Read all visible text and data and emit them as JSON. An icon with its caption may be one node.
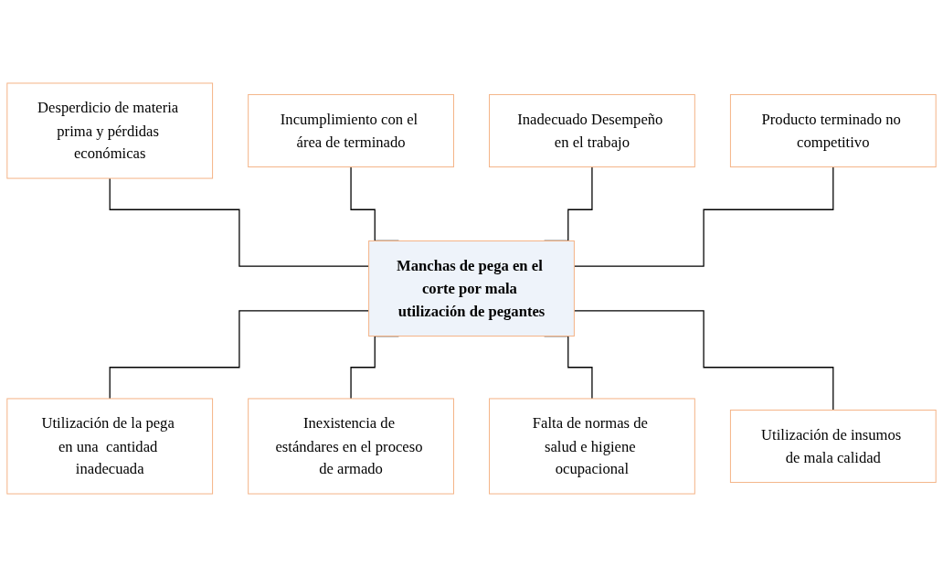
{
  "diagram": {
    "nodes": [
      {
        "text": [
          "Desperdicio de materia prima y pérdidas económicas"
        ]
      },
      {
        "text": [
          "Incumplimiento con el área de terminado"
        ]
      },
      {
        "text": [
          "Inadecuado Desempeño en el trabajo"
        ]
      },
      {
        "text": [
          "Producto terminado no competitivo"
        ]
      },
      {
        "text": [
          "Manchas de pega en el corte por mala utilización de pegantes"
        ]
      },
      {
        "text": [
          "Utilización de la pega en una  cantidad inadecuada"
        ]
      },
      {
        "text": [
          "Inexistencia de estándares en el proceso de armado"
        ]
      },
      {
        "text": [
          "Falta de normas de salud e higiene ocupacional"
        ]
      },
      {
        "text": [
          "Utilización de insumos de mala calidad"
        ]
      }
    ],
    "edges": [
      {
        "from": 0,
        "to": 4,
        "arrow": "none"
      },
      {
        "from": 1,
        "to": 4,
        "arrow": "none"
      },
      {
        "from": 2,
        "to": 4,
        "arrow": "none"
      },
      {
        "from": 3,
        "to": 4,
        "arrow": "none"
      },
      {
        "from": 4,
        "to": 5,
        "arrow": "none"
      },
      {
        "from": 4,
        "to": 6,
        "arrow": "none"
      },
      {
        "from": 4,
        "to": 7,
        "arrow": "none"
      },
      {
        "from": 4,
        "to": 8,
        "arrow": "none"
      }
    ]
  }
}
